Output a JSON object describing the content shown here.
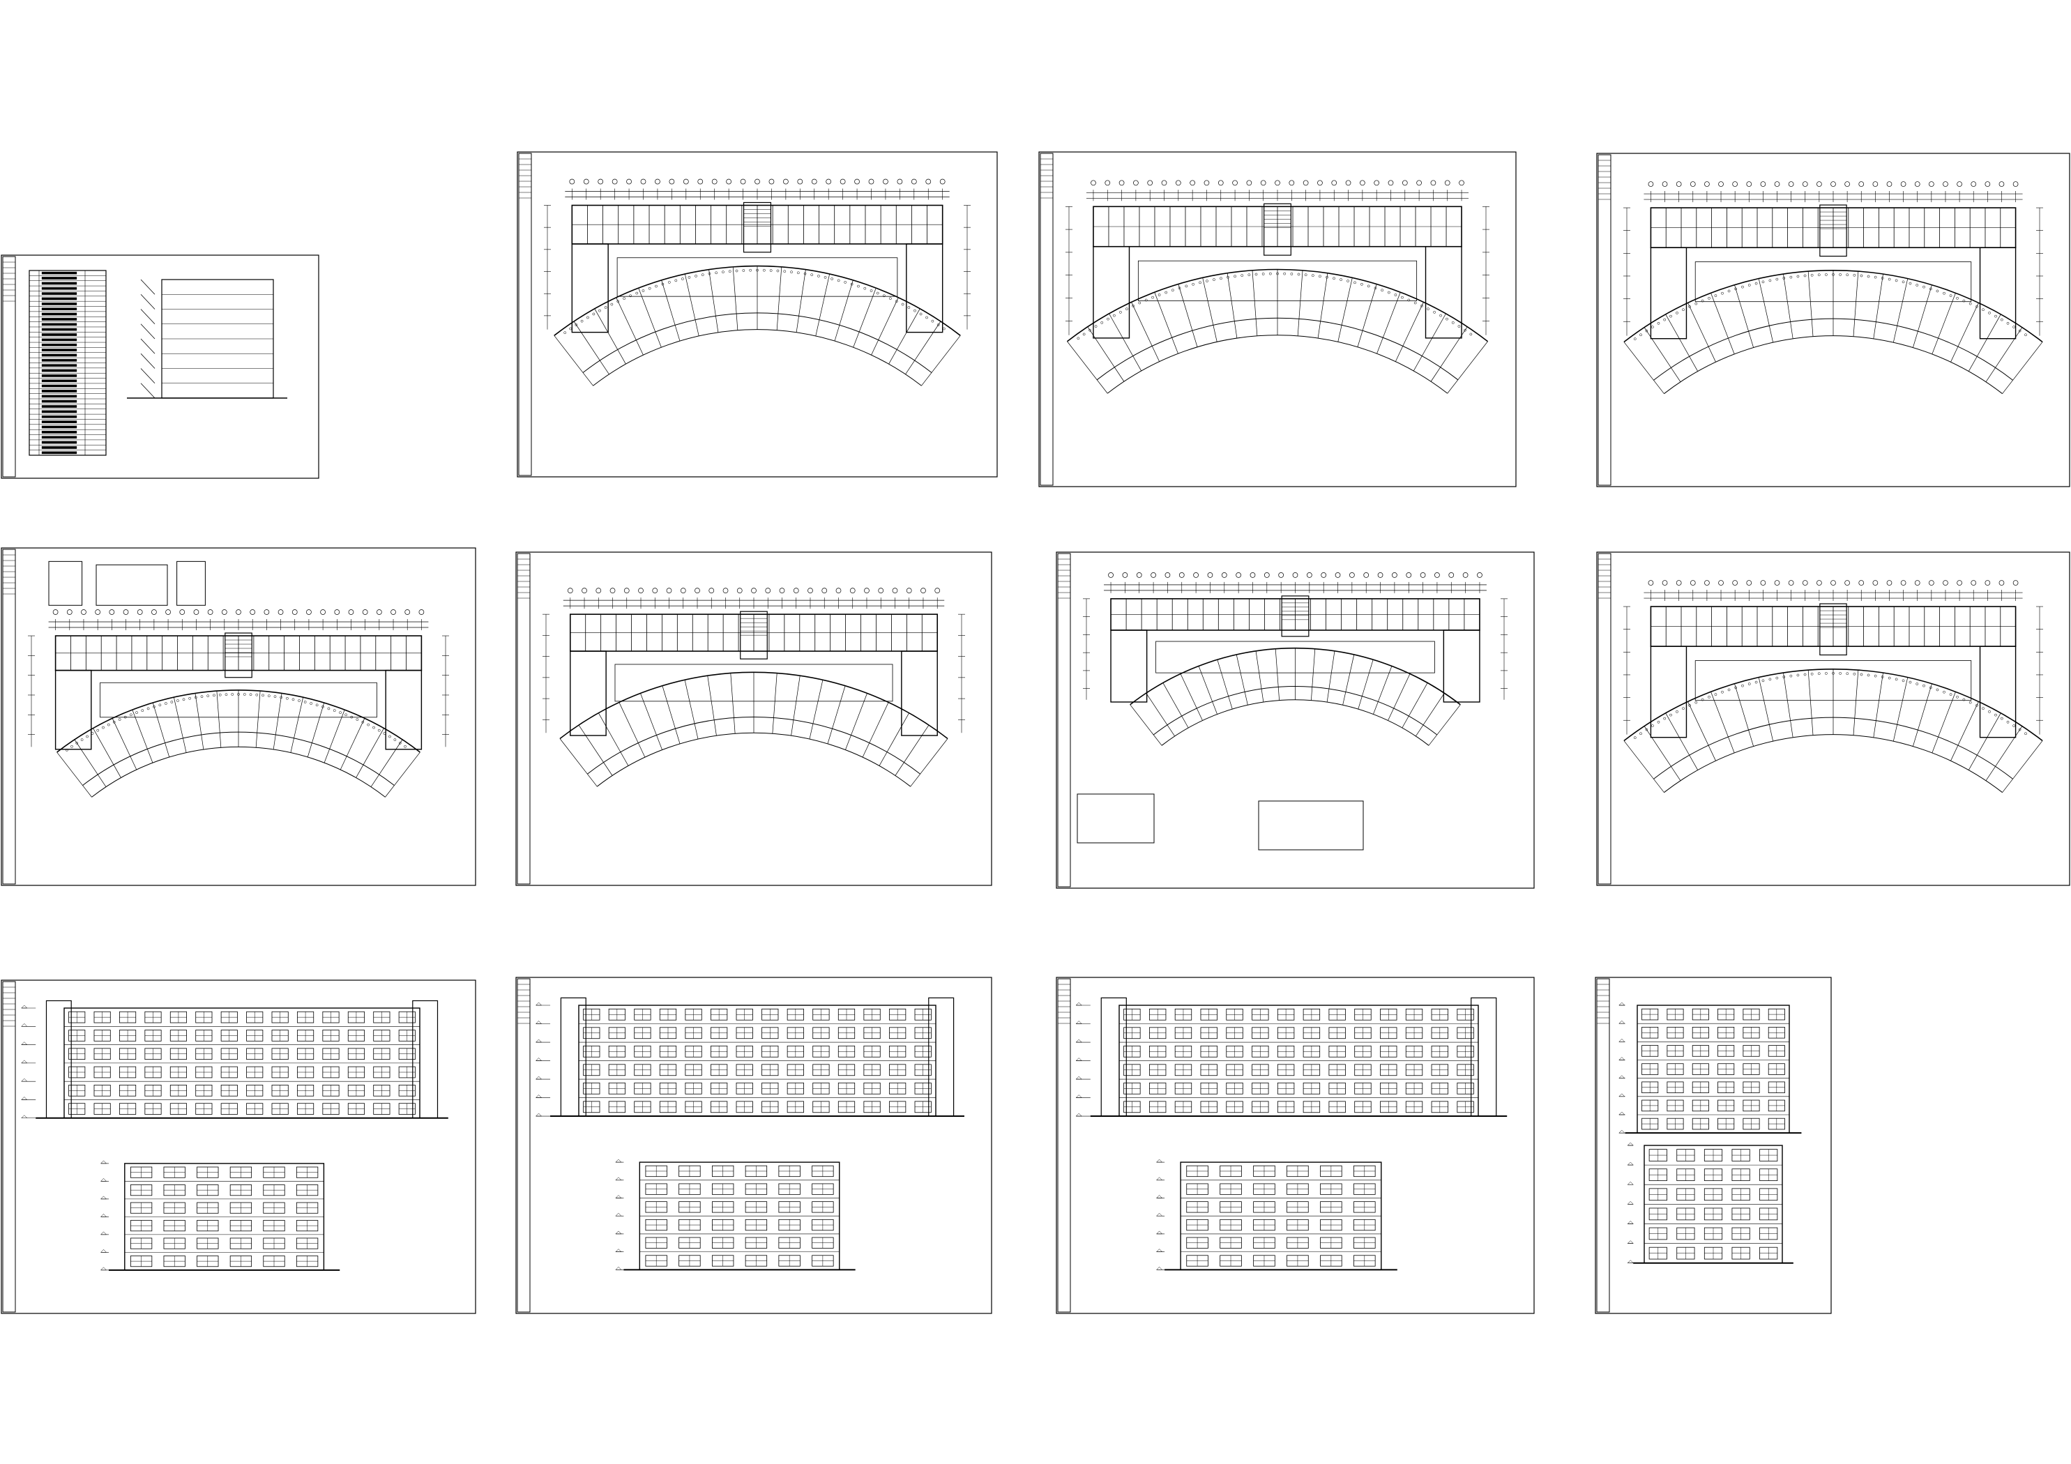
{
  "drawing": {
    "background": "#ffffff",
    "line_color": "#000000",
    "sheet_count": 12
  },
  "sheets": [
    {
      "kind": "index-table-and-section"
    },
    {
      "kind": "floor-plan"
    },
    {
      "kind": "floor-plan"
    },
    {
      "kind": "floor-plan"
    },
    {
      "kind": "floor-plan-with-details"
    },
    {
      "kind": "ground-floor-plan"
    },
    {
      "kind": "roof-plan-with-details"
    },
    {
      "kind": "floor-plan"
    },
    {
      "kind": "elevations"
    },
    {
      "kind": "elevations"
    },
    {
      "kind": "elevations"
    },
    {
      "kind": "elevation-and-section"
    }
  ]
}
